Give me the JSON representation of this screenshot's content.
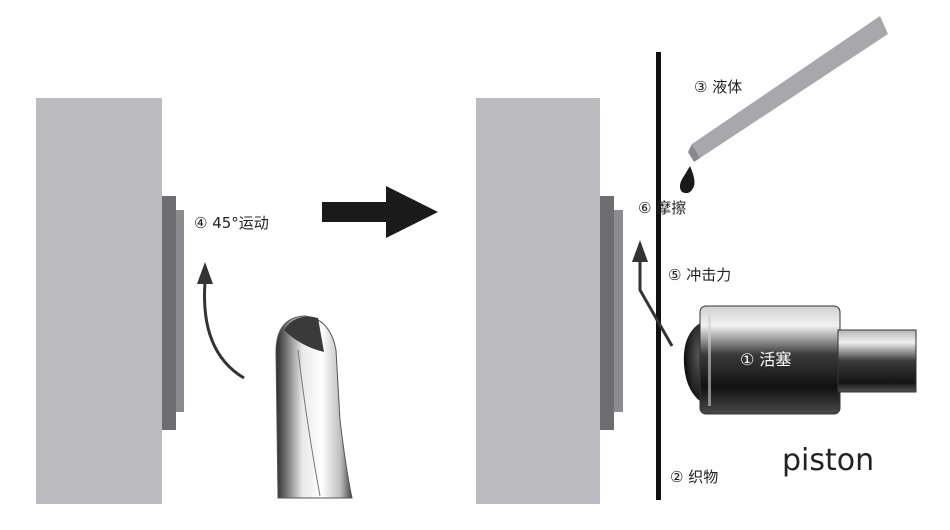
{
  "labels": {
    "motion": "④ 45°运动",
    "liquid": "③ 液体",
    "friction": "⑥ 摩擦",
    "impact": "⑤ 冲击力",
    "piston_cn": "① 活塞",
    "fabric": "② 织物",
    "piston_en": "piston"
  },
  "icons": {
    "arrow": "right-arrow-icon",
    "finger": "finger-icon",
    "dropper": "dropper-icon",
    "piston": "piston-icon"
  },
  "colors": {
    "block": "#bcbcc0",
    "pad_outer": "#6e6e72",
    "pad_inner": "#8c8c90",
    "dark": "#1a1a1a",
    "dropper": "#a8a8ac"
  }
}
